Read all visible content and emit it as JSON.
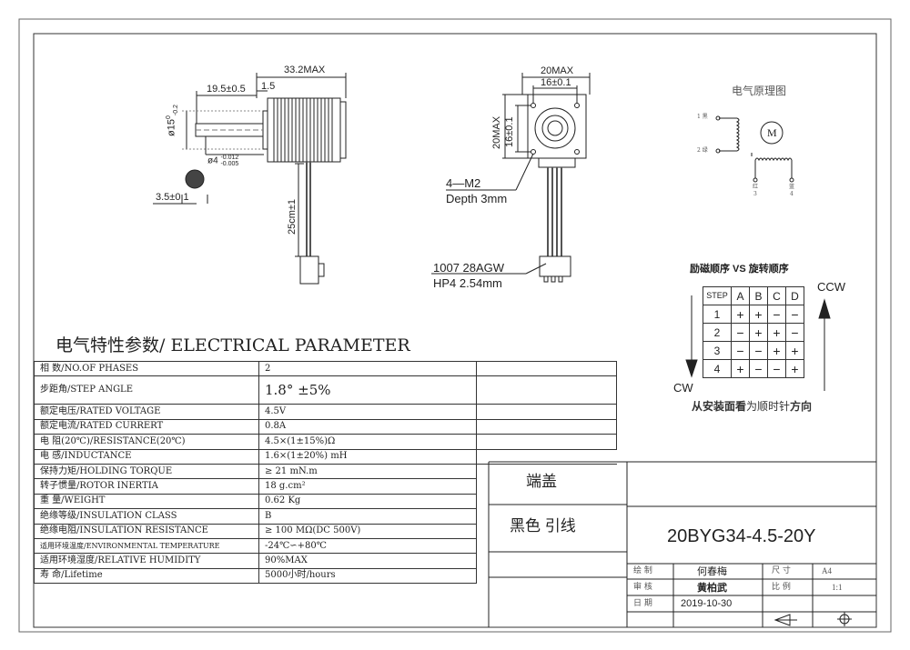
{
  "side_view": {
    "dims": {
      "overall_length": "33.2MAX",
      "shaft_length": "19.5±0.5",
      "boss_length": "1.5",
      "boss_diameter": "ø15",
      "boss_tol_upper": "0",
      "boss_tol_lower": "-0.2",
      "shaft_diameter": "ø4",
      "shaft_tol_upper": "-0.012",
      "shaft_tol_lower": "-0.005",
      "flat": "3.5±0.1",
      "lead_length": "25cm±1"
    }
  },
  "front_view": {
    "dims": {
      "width_max": "20MAX",
      "hole_spacing_h": "16±0.1",
      "height_max": "20MAX",
      "hole_spacing_v": "16±0.1"
    },
    "holes_line1": "4—M2",
    "holes_line2": "Depth  3mm",
    "wire_line1": "1007  28AGW",
    "wire_line2": "HP4  2.54mm"
  },
  "schematic": {
    "title": "电气原理图",
    "motor": "M",
    "lead1": "1 黑",
    "lead2": "2 绿",
    "lead3": "红",
    "lead3_num": "3",
    "lead4": "蓝",
    "lead4_num": "4"
  },
  "sequence": {
    "title_bold1": "励磁顺序",
    "title_vs": " VS ",
    "title_bold2": "旋转顺序",
    "ccw": "CCW",
    "cw": "CW",
    "headers": [
      "STEP",
      "A",
      "B",
      "C",
      "D"
    ],
    "rows": [
      [
        "1",
        "+",
        "+",
        "−",
        "−"
      ],
      [
        "2",
        "−",
        "+",
        "+",
        "−"
      ],
      [
        "3",
        "−",
        "−",
        "+",
        "+"
      ],
      [
        "4",
        "+",
        "−",
        "−",
        "+"
      ]
    ],
    "footer_bold": "从安装面看",
    "footer_normal": "为顺时针",
    "footer_bold2": "方向"
  },
  "parameters": {
    "title": "电气特性参数/ ELECTRICAL PARAMETER",
    "rows": [
      {
        "label": "相    数/NO.OF PHASES",
        "value": "2"
      },
      {
        "label": "步距角/STEP ANGLE",
        "value": "1.8°  ±5%"
      },
      {
        "label": "额定电压/RATED VOLTAGE",
        "value": "4.5V"
      },
      {
        "label": "额定电流/RATED CURRERT",
        "value": "0.8A"
      },
      {
        "label": "电    阻(20℃)/RESISTANCE(20℃)",
        "value": "4.5×(1±15%)Ω"
      },
      {
        "label": "电    感/INDUCTANCE",
        "value": "1.6×(1±20%) mH"
      },
      {
        "label": "保持力矩/HOLDING TORQUE",
        "value": "≥ 21 mN.m"
      },
      {
        "label": "转子惯量/ROTOR INERTIA",
        "value": "18 g.cm²"
      },
      {
        "label": "重    量/WEIGHT",
        "value": "0.62 Kg"
      },
      {
        "label": "绝缘等级/INSULATION  CLASS",
        "value": "B"
      },
      {
        "label": "绝缘电阻/INSULATION  RESISTANCE",
        "value": "≥ 100 MΩ(DC 500V)"
      },
      {
        "label": "适用环境温度/ENVIRONMENTAL TEMPERATURE",
        "value": "-24℃∽+80℃"
      },
      {
        "label": "适用环境湿度/RELATIVE HUMIDITY",
        "value": "90%MAX"
      },
      {
        "label": "寿    命/Lifetime",
        "value": "5000小时/hours"
      }
    ]
  },
  "notes": {
    "end_cap": "端盖",
    "lead_wire": "黑色 引线"
  },
  "title_block": {
    "model": "20BYG34-4.5-20Y",
    "drawn_label": "绘  制",
    "drawn_by": "何春梅",
    "size_label": "尺  寸",
    "size": "A4",
    "check_label": "审  核",
    "checked_by": "黄柏武",
    "scale_label": "比  例",
    "scale": "1:1",
    "date_label": "日  期",
    "date": "2019-10-30"
  }
}
